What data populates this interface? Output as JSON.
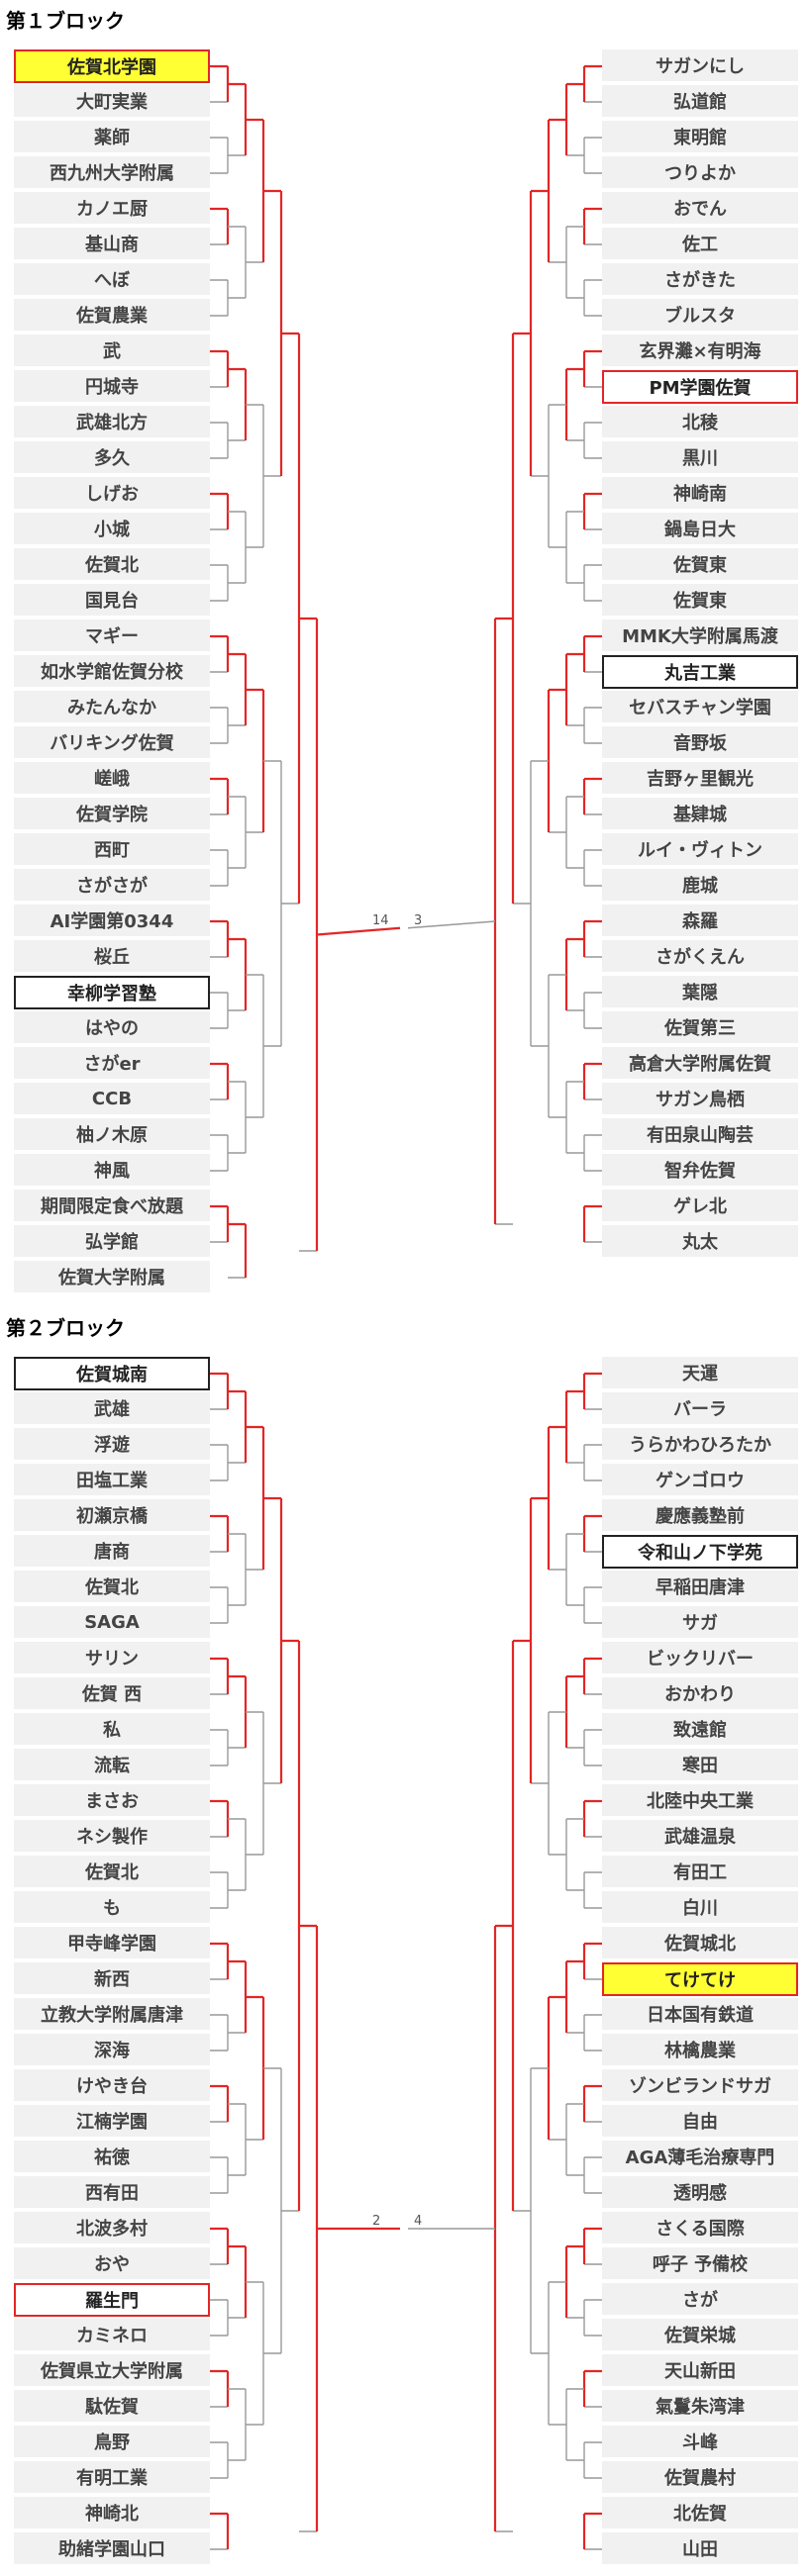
{
  "blocks": [
    {
      "title": "第１ブロック",
      "left": [
        "佐賀北学園",
        "大町実業",
        "薬師",
        "西九州大学附属",
        "カノエ厨",
        "基山商",
        "へぼ",
        "佐賀農業",
        "武",
        "円城寺",
        "武雄北方",
        "多久",
        "しげお",
        "小城",
        "佐賀北",
        "国見台",
        "マギー",
        "如水学館佐賀分校",
        "みたんなか",
        "バリキング佐賀",
        "嵯峨",
        "佐賀学院",
        "西町",
        "さがさが",
        "AI学園第0344",
        "桜丘",
        "幸柳学習塾",
        "はやの",
        "さがer",
        "CCB",
        "柚ノ木原",
        "神風",
        "期間限定食べ放題",
        "弘学館",
        "佐賀大学附属"
      ],
      "right": [
        "サガンにし",
        "弘道館",
        "東明館",
        "つりよか",
        "おでん",
        "佐工",
        "さがきた",
        "ブルスタ",
        "玄界灘×有明海",
        "PM学園佐賀",
        "北稜",
        "黒川",
        "神崎南",
        "鍋島日大",
        "佐賀東",
        "佐賀東",
        "MMK大学附属馬渡",
        "丸吉工業",
        "セバスチャン学園",
        "音野坂",
        "吉野ヶ里観光",
        "基肄城",
        "ルイ・ヴィトン",
        "鹿城",
        "森羅",
        "さがくえん",
        "葉隠",
        "佐賀第三",
        "高倉大学附属佐賀",
        "サガン鳥栖",
        "有田泉山陶芸",
        "智弁佐賀",
        "ゲレ北",
        "丸太"
      ],
      "left_hl": {
        "0": "yellow",
        "26": "black"
      },
      "right_hl": {
        "9": "red",
        "17": "black"
      },
      "final": {
        "left": "14",
        "right": "3"
      }
    },
    {
      "title": "第２ブロック",
      "left": [
        "佐賀城南",
        "武雄",
        "浮遊",
        "田塩工業",
        "初瀬京橋",
        "唐商",
        "佐賀北",
        "SAGA",
        "サリン",
        "佐賀 西",
        "私",
        "流転",
        "まさお",
        "ネシ製作",
        "佐賀北",
        "も",
        "甲寺峰学園",
        "新西",
        "立教大学附属唐津",
        "深海",
        "けやき台",
        "江楠学園",
        "祐徳",
        "西有田",
        "北波多村",
        "おや",
        "羅生門",
        "カミネロ",
        "佐賀県立大学附属",
        "駄佐賀",
        "鳥野",
        "有明工業",
        "神崎北",
        "助緒学園山口"
      ],
      "right": [
        "天運",
        "バーラ",
        "うらかわひろたか",
        "ゲンゴロウ",
        "慶應義塾前",
        "令和山ノ下学苑",
        "早稲田唐津",
        "サガ",
        "ビックリバー",
        "おかわり",
        "致遠館",
        "寒田",
        "北陸中央工業",
        "武雄温泉",
        "有田工",
        "白川",
        "佐賀城北",
        "てけてけ",
        "日本国有鉄道",
        "林檎農業",
        "ゾンビランドサガ",
        "自由",
        "AGA薄毛治療専門",
        "透明感",
        "さくる国際",
        "呼子 予備校",
        "さが",
        "佐賀栄城",
        "天山新田",
        "氣鬘朱湾津",
        "斗峰",
        "佐賀農村",
        "北佐賀",
        "山田"
      ],
      "left_hl": {
        "0": "black",
        "26": "red"
      },
      "right_hl": {
        "5": "black",
        "17": "yellow"
      },
      "final": {
        "left": "2",
        "right": "4"
      }
    }
  ],
  "colors": {
    "win_line": "#e32626",
    "line": "#999999",
    "cell_bg": "#f1f1f1"
  }
}
